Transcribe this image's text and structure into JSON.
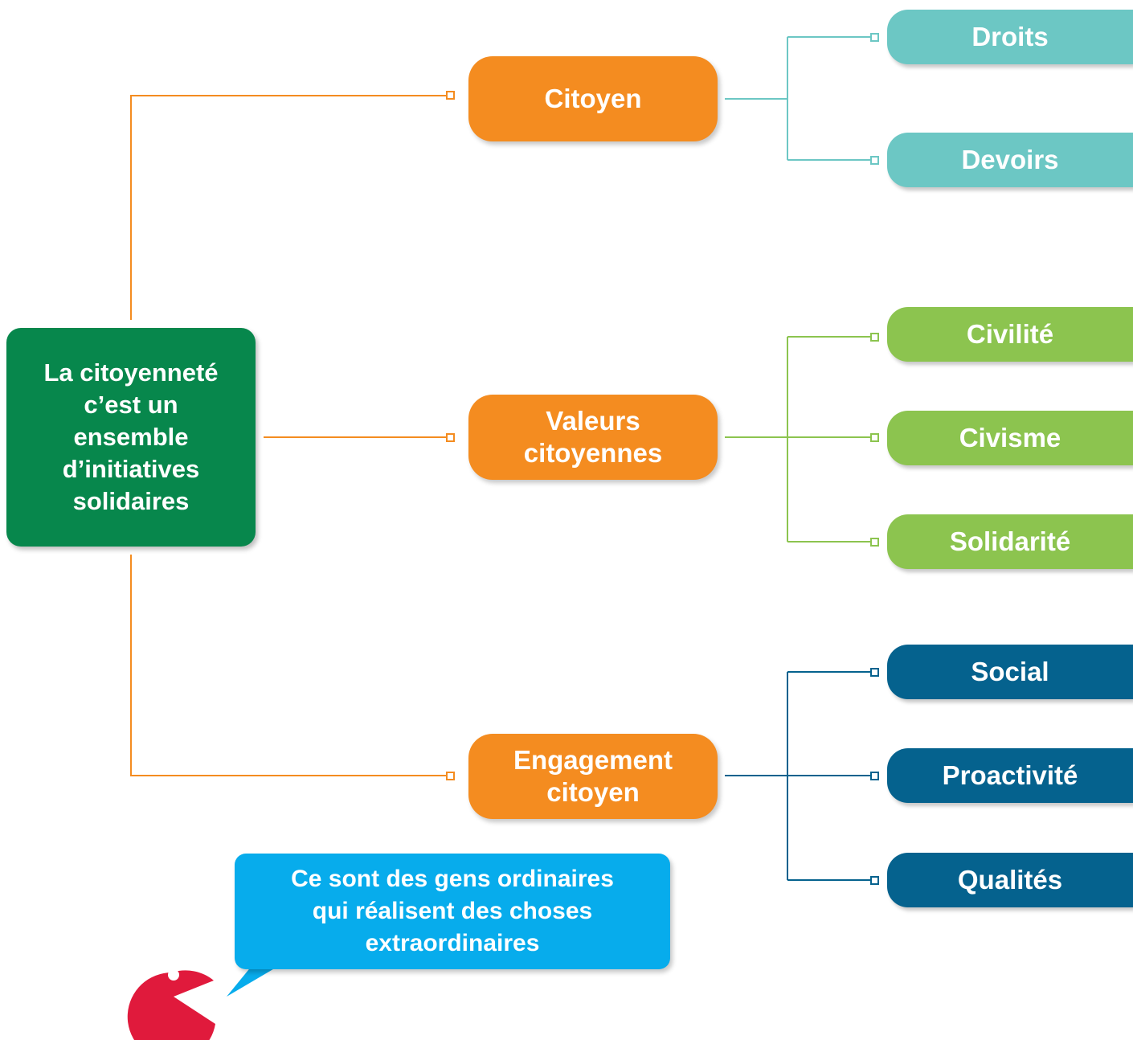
{
  "root": {
    "label": "La citoyenneté\nc’est un\nensemble\nd’initiatives\nsolidaires",
    "color": "#07874c"
  },
  "categories": [
    {
      "label": "Citoyen",
      "color": "#f48c20"
    },
    {
      "label": "Valeurs\ncitoyennes",
      "color": "#f48c20"
    },
    {
      "label": "Engagement\ncitoyen",
      "color": "#f48c20"
    }
  ],
  "leaves": {
    "citoyen": [
      {
        "label": "Droits"
      },
      {
        "label": "Devoirs"
      }
    ],
    "valeurs": [
      {
        "label": "Civilité"
      },
      {
        "label": "Civisme"
      },
      {
        "label": "Solidarité"
      }
    ],
    "engagement": [
      {
        "label": "Social"
      },
      {
        "label": "Proactivité"
      },
      {
        "label": "Qualités"
      }
    ]
  },
  "colors": {
    "connector_orange": "#f48c20",
    "citoyen_group": "#6cc7c4",
    "valeurs_group": "#8cc44f",
    "engagement_group": "#05628e",
    "bubble": "#07acec",
    "mascot": "#e01a3c"
  },
  "speech_bubble": {
    "text": "Ce sont des gens ordinaires\nqui réalisent des choses\nextraordinaires"
  },
  "mascot": {
    "icon": "pacman-mascot-icon"
  }
}
